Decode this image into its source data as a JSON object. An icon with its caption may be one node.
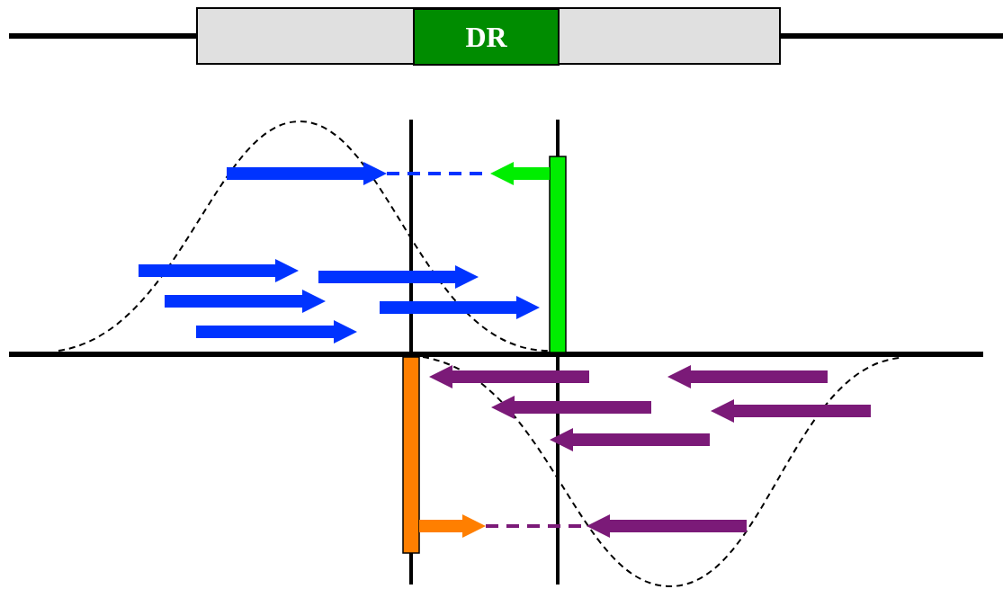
{
  "diagram": {
    "nodes": [
      {
        "text": [],
        "shape": "bar"
      },
      {
        "text": [
          "DR"
        ],
        "in": 0
      }
    ]
  }
}
